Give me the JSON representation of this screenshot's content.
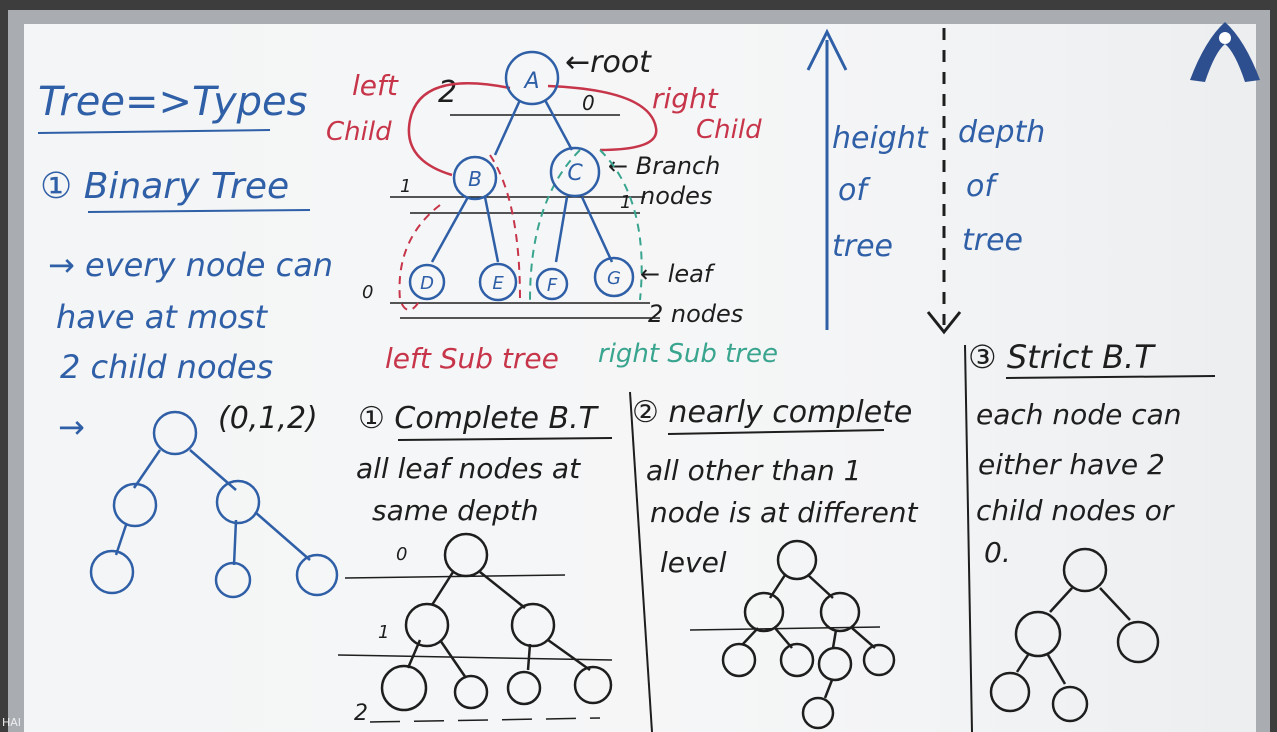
{
  "colors": {
    "black": "#1e1e1e",
    "blue": "#2f5fa7",
    "red": "#c7354a",
    "teal": "#3aa58f"
  },
  "left": {
    "title": "Tree=>Types",
    "binary_title": "① Binary Tree",
    "desc1": "→ every node can",
    "desc2": "have at most",
    "desc3": "2 child nodes",
    "arrow": "→",
    "counts": "(0,1,2)"
  },
  "diagram": {
    "left_child": "left",
    "left_child2": "Child",
    "level0": "2",
    "root_label": "←root",
    "right_child": "right",
    "right_child2": "Child",
    "zero": "0",
    "one": "1",
    "level_mark": "1",
    "branch": "← Branch",
    "branch2": "nodes",
    "leaf": "← leaf",
    "leaf2": "2 nodes",
    "zero_left": "0",
    "left_subtree": "left Sub tree",
    "right_subtree": "right Sub tree",
    "nodes": [
      "A",
      "B",
      "C",
      "D",
      "E",
      "F",
      "G"
    ]
  },
  "right_top": {
    "height1": "height",
    "height2": "of",
    "height3": "tree",
    "depth1": "depth",
    "depth2": "of",
    "depth3": "tree"
  },
  "section1": {
    "title": "① Complete B.T",
    "desc1": "all leaf nodes at",
    "desc2": "same depth",
    "l0": "0",
    "l1": "1",
    "l2": "2"
  },
  "section2": {
    "title": "② nearly complete",
    "desc1": "all other than 1",
    "desc2": "node is at different",
    "desc3": "level"
  },
  "section3": {
    "title": "③ Strict B.T",
    "desc1": "each node can",
    "desc2": "either have 2",
    "desc3": "child nodes or",
    "desc4": "0."
  },
  "corner": "HAI"
}
